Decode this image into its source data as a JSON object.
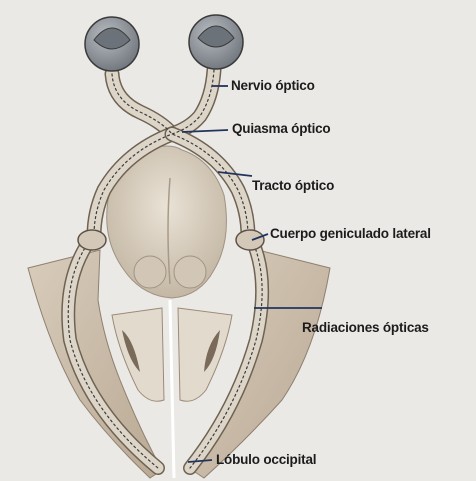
{
  "labels": {
    "optic_nerve": "Nervio óptico",
    "optic_chiasm": "Quiasma óptico",
    "optic_tract": "Tracto óptico",
    "lateral_geniculate": "Cuerpo geniculado lateral",
    "optic_radiations": "Radiaciones ópticas",
    "occipital_lobe": "Lóbulo occipital"
  },
  "colors": {
    "background": "#ebe9e6",
    "leader_line": "#22345c",
    "pathway": "#ddd6c8",
    "brain_tissue": "#cdbfad",
    "eye": "#8f959c"
  }
}
